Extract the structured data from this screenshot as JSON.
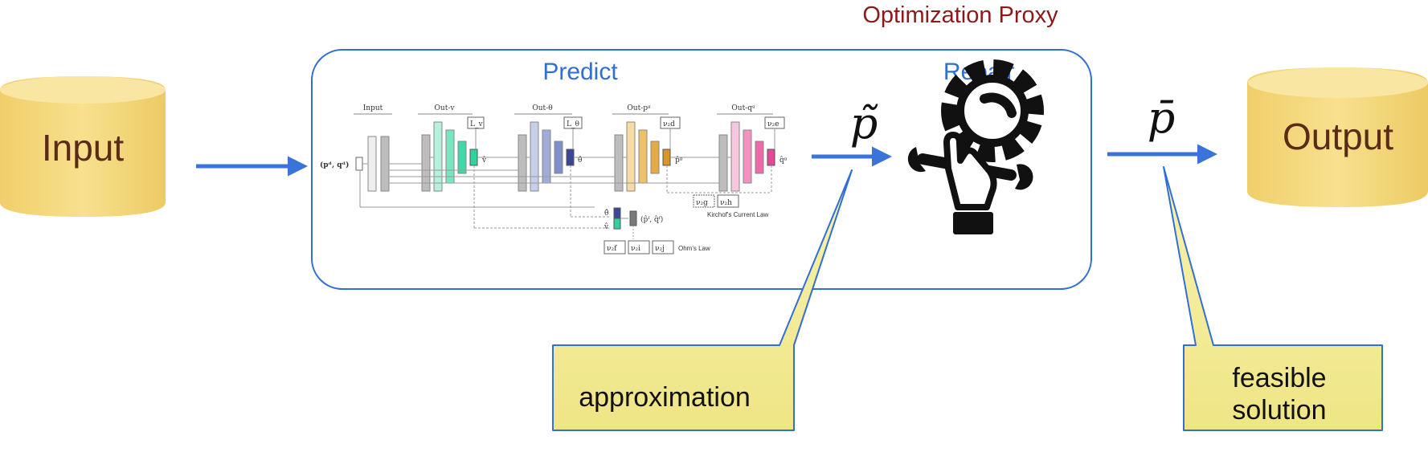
{
  "title": "Optimization Proxy",
  "input_label": "Input",
  "output_label": "Output",
  "predict_label": "Predict",
  "repair_label": "Repair",
  "approx_symbol": "p̃",
  "feasible_symbol": "p̄",
  "callout_approximation": "approximation",
  "callout_feasible_line1": "feasible",
  "callout_feasible_line2": "solution",
  "network": {
    "input_section": "Input",
    "out_v_section": "Out-v",
    "out_theta_section": "Out-θ",
    "out_pg_section": "Out-pᵍ",
    "out_qg_section": "Out-qᵍ",
    "input_var": "(pᵈ, qᵈ)",
    "v_hat": "v̂",
    "theta_hat": "θ̂",
    "pg_hat": "p̂ᵍ",
    "qg_hat": "q̂ᵍ",
    "loss_v": "L_v",
    "loss_theta": "L_θ",
    "nu_2d": "ν₂d",
    "nu_2e": "ν₂e",
    "nu_2g": "ν₂g",
    "nu_2h": "ν₂h",
    "nu_2f": "ν₂f",
    "nu_2i": "ν₂i",
    "nu_2j": "ν₂j",
    "kirchoff": "Kirchof's Current Law",
    "ohm": "Ohm's Law",
    "flow_vars": "(p̂ᶠ, q̂ᶠ)",
    "theta_hat_small": "θ̂",
    "v_hat_small": "v̂"
  },
  "colors": {
    "title": "#8b1a1a",
    "section_label": "#2f6fd6",
    "arrow": "#3a74d8",
    "cylinder_fill": "#f6dc82",
    "cylinder_top": "#f9e6a2",
    "cylinder_text": "#5a2b17",
    "callout_fill": "#f5ef9c",
    "frame": "#2f6fd6",
    "out_v": "#2fd3a0",
    "out_theta": "#6a7ec0",
    "out_pg": "#e0a23a",
    "out_qg": "#e8479a"
  }
}
